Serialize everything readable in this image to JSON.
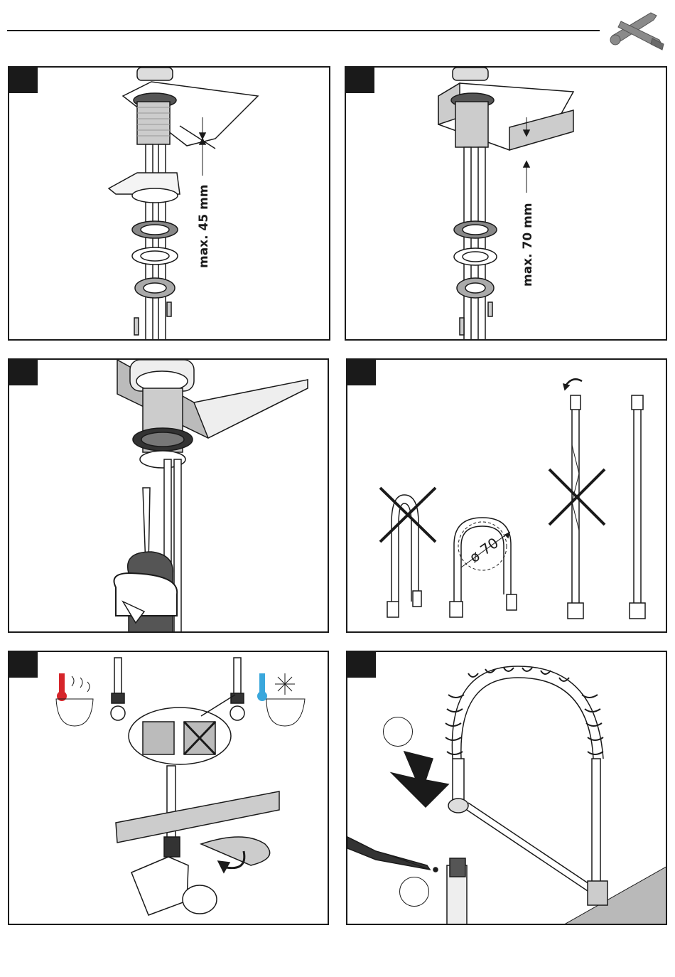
{
  "header": {
    "tools_icon": "wrench-screwdriver-icon"
  },
  "panels": [
    {
      "id": "p1",
      "dimension_label": "max. 45 mm"
    },
    {
      "id": "p2",
      "dimension_label": "max. 70 mm"
    },
    {
      "id": "p3"
    },
    {
      "id": "p4",
      "dimension_symbol": "ø 70"
    },
    {
      "id": "p5",
      "icons": [
        "hot-water-icon",
        "cold-water-icon"
      ]
    },
    {
      "id": "p6",
      "markers": 2
    }
  ],
  "colors": {
    "ink": "#1a1a1a",
    "hot": "#d6252a",
    "cold": "#3aa7dc",
    "gray_fill": "#b9b9b9"
  }
}
